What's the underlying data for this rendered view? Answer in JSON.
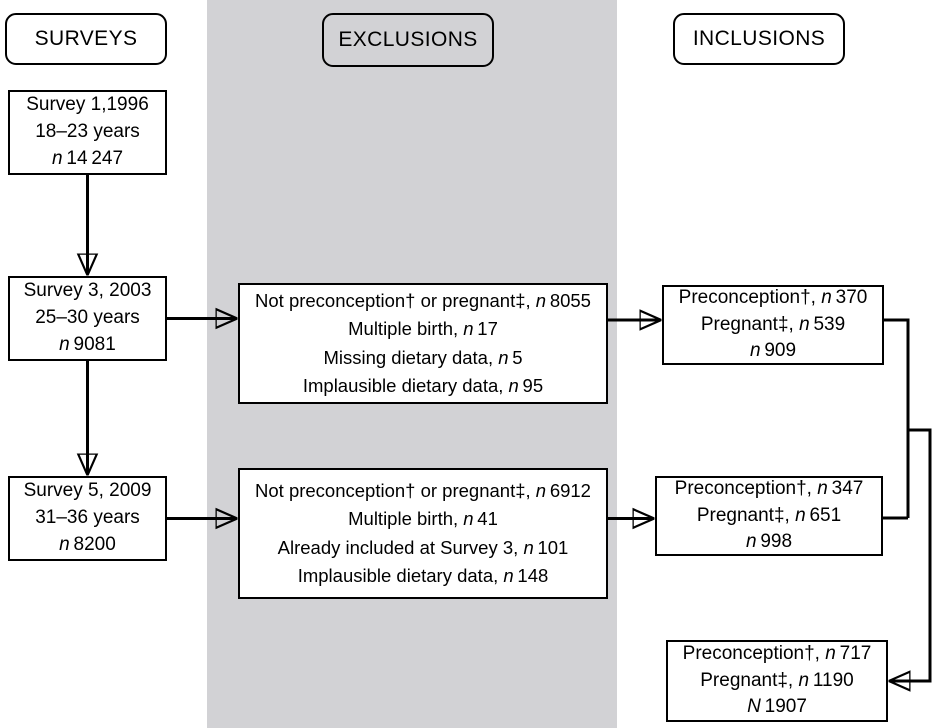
{
  "figure": {
    "type": "flowchart",
    "description": "Participant flow diagram across survey waves with exclusions and inclusions",
    "band_color": "#d2d2d5",
    "line_color": "#000000",
    "box_fill": "#ffffff"
  },
  "columns": {
    "surveys": {
      "header": "SURVEYS"
    },
    "exclusions": {
      "header": "EXCLUSIONS"
    },
    "inclusions": {
      "header": "INCLUSIONS"
    }
  },
  "surveys": [
    {
      "id": "survey-1",
      "name": "Survey 1,1996",
      "age": "18–23 years",
      "count_label": "n",
      "count": "14 247"
    },
    {
      "id": "survey-3",
      "name": "Survey 3, 2003",
      "age": "25–30 years",
      "count_label": "n",
      "count": "9081"
    },
    {
      "id": "survey-5",
      "name": "Survey 5, 2009",
      "age": "31–36 years",
      "count_label": "n",
      "count": "8200"
    }
  ],
  "exclusions": [
    {
      "id": "exclusions-survey-3",
      "items": [
        {
          "reason": "Not preconception† or pregnant‡,",
          "label": "n",
          "count": "8055"
        },
        {
          "reason": "Multiple birth,",
          "label": "n",
          "count": "17"
        },
        {
          "reason": "Missing dietary data,",
          "label": "n",
          "count": "5"
        },
        {
          "reason": "Implausible dietary data,",
          "label": "n",
          "count": "95"
        }
      ]
    },
    {
      "id": "exclusions-survey-5",
      "items": [
        {
          "reason": "Not preconception† or pregnant‡,",
          "label": "n",
          "count": "6912"
        },
        {
          "reason": "Multiple birth,",
          "label": "n",
          "count": "41"
        },
        {
          "reason": "Already included at Survey 3,",
          "label": "n",
          "count": "101"
        },
        {
          "reason": "Implausible dietary data,",
          "label": "n",
          "count": "148"
        }
      ]
    }
  ],
  "inclusions": [
    {
      "id": "inclusions-survey-3",
      "rows": [
        {
          "reason": "Preconception†,",
          "label": "n",
          "count": "370"
        },
        {
          "reason": "Pregnant‡,",
          "label": "n",
          "count": "539"
        }
      ],
      "total_label": "n",
      "total": "909"
    },
    {
      "id": "inclusions-survey-5",
      "rows": [
        {
          "reason": "Preconception†,",
          "label": "n",
          "count": "347"
        },
        {
          "reason": "Pregnant‡,",
          "label": "n",
          "count": "651"
        }
      ],
      "total_label": "n",
      "total": "998"
    }
  ],
  "total_box": {
    "id": "inclusions-total",
    "rows": [
      {
        "reason": "Preconception†,",
        "label": "n",
        "count": "717"
      },
      {
        "reason": "Pregnant‡,",
        "label": "n",
        "count": "1190"
      }
    ],
    "total_label": "N",
    "total": "1907"
  }
}
